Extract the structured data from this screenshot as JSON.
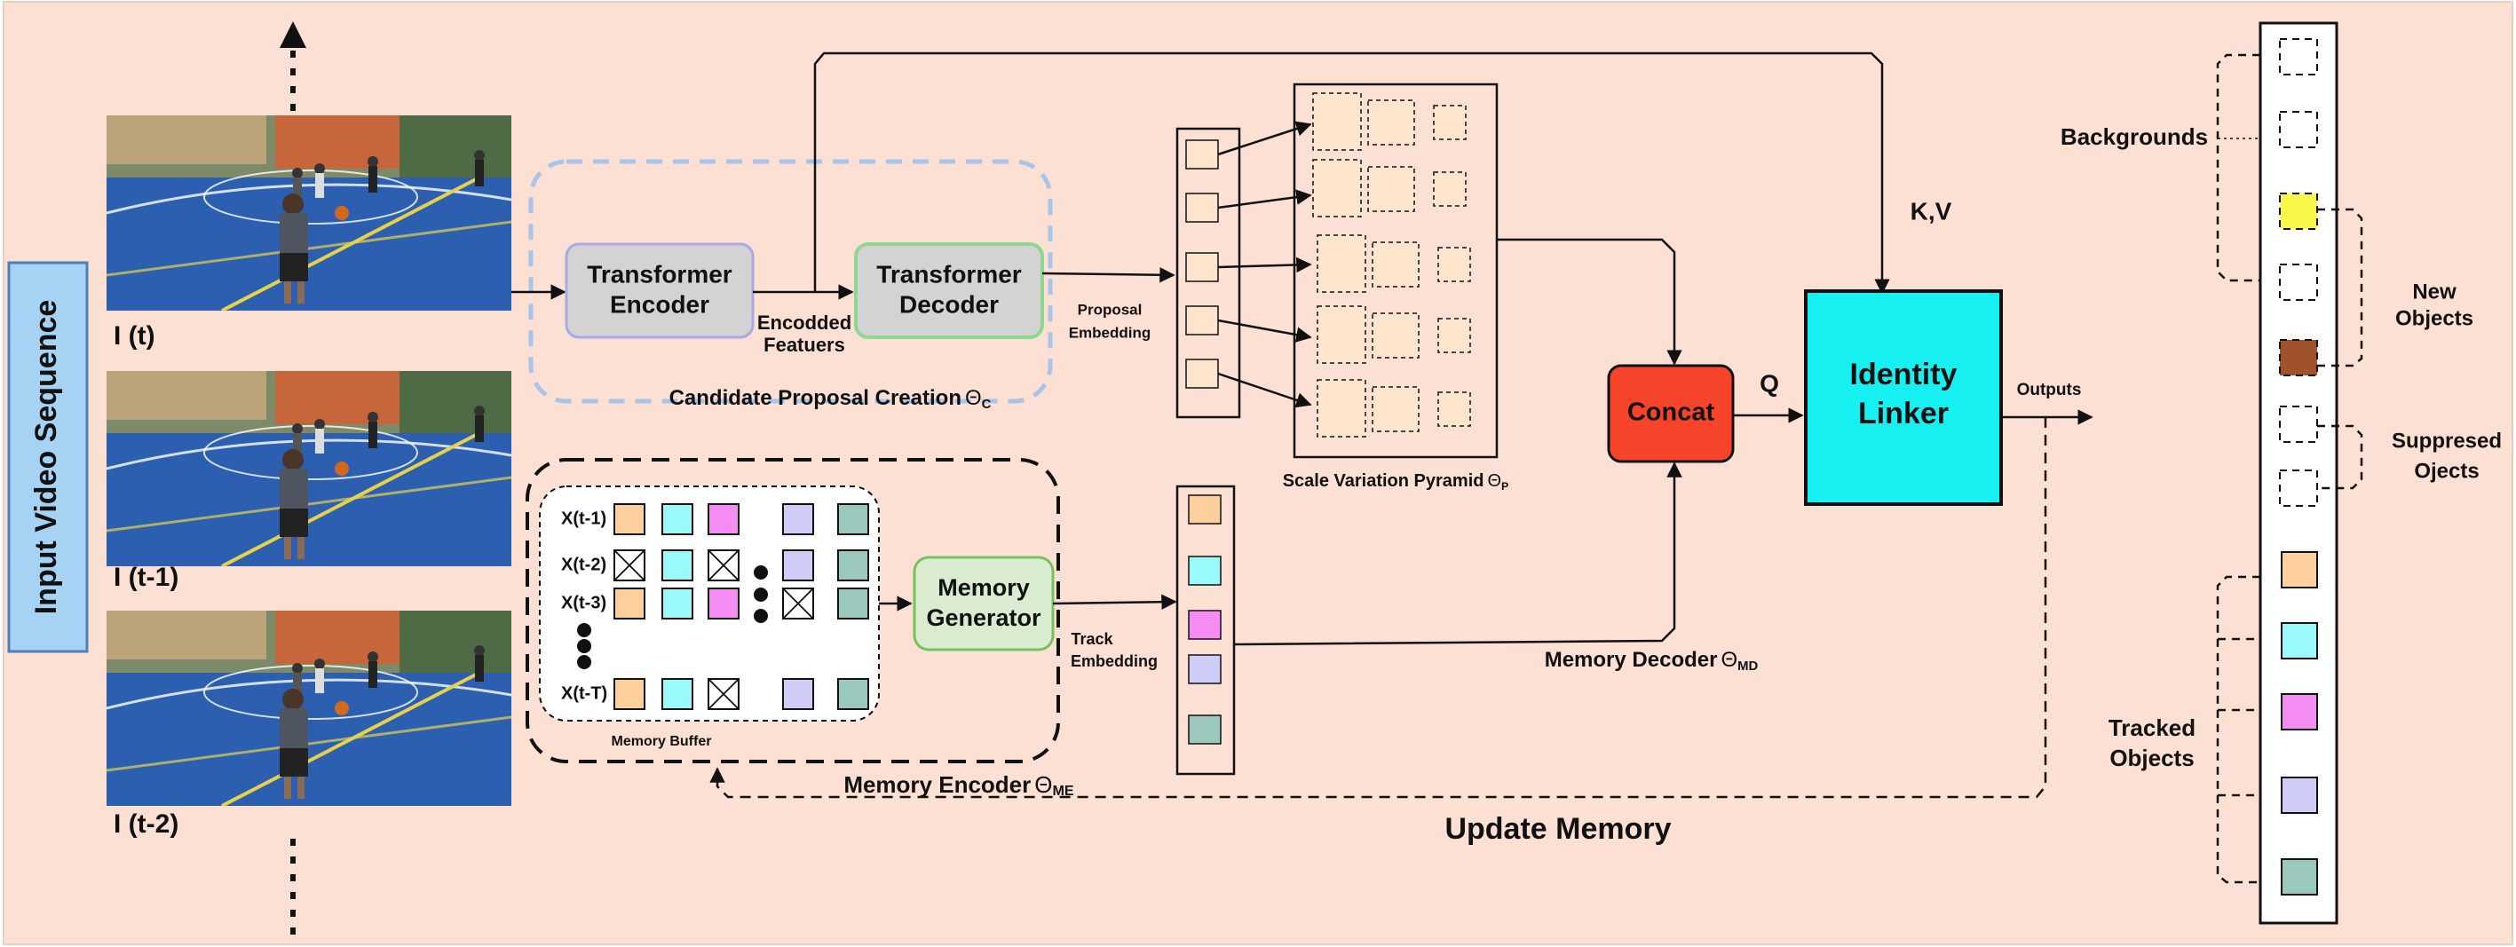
{
  "title": "",
  "colors": {
    "canvas": "#fde0d4",
    "input_box": "#a6d2f3",
    "transformer": "#d3d3d3",
    "transformer_encoder_border": "#a9a9e8",
    "transformer_decoder_border": "#8ed88e",
    "candidate_dash": "#a8c4ea",
    "memory_generator": "#d9ecd0",
    "concat": "#f6442a",
    "identity_linker": "#16f0f0",
    "embedding_cell": "#fde4cc",
    "red_label": "#ee1111",
    "blue_label": "#1133dd",
    "tracked_orange": "#fdcf9c",
    "tracked_cyan": "#9af9f9",
    "tracked_magenta": "#f48cf4",
    "tracked_lavender": "#cfccf8",
    "tracked_teal": "#9bc8bd",
    "new_yellow": "#f8f84a",
    "new_brown": "#a0522d"
  },
  "input": {
    "label": "Input Video Sequence",
    "frames": [
      {
        "label": "I (t)",
        "image": "basketball-frame"
      },
      {
        "label": "I (t-1)",
        "image": "basketball-frame"
      },
      {
        "label": "I (t-2)",
        "image": "basketball-frame"
      }
    ]
  },
  "candidate": {
    "encoder_line1": "Transformer",
    "encoder_line2": "Encoder",
    "decoder_line1": "Transformer",
    "decoder_line2": "Decoder",
    "encoded_line1": "Encodded",
    "encoded_line2": "Featuers",
    "proposal_line1": "Proposal",
    "proposal_line2": "Embedding",
    "title": "Candidate Proposal Creation",
    "symbol": "Θ",
    "subscript": "C"
  },
  "pyramid": {
    "title": "Scale Variation Pyramid",
    "symbol": "Θ",
    "subscript": "P"
  },
  "memory": {
    "rows": [
      "X(t-1)",
      "X(t-2)",
      "X(t-3)",
      "X(t-T)"
    ],
    "buffer_label": "Memory Buffer",
    "generator_line1": "Memory",
    "generator_line2": "Generator",
    "track_line1": "Track",
    "track_line2": "Embedding",
    "encoder_title": "Memory Encoder",
    "encoder_symbol": "Θ",
    "encoder_subscript": "ME",
    "decoder_title": "Memory Decoder",
    "decoder_symbol": "Θ",
    "decoder_subscript": "MD"
  },
  "fusion": {
    "concat": "Concat",
    "q": "Q",
    "kv": "K,V",
    "linker_line1": "Identity",
    "linker_line2": "Linker",
    "outputs": "Outputs",
    "update_memory": "Update Memory"
  },
  "output_column": {
    "backgrounds": "Backgrounds",
    "new_line1": "New",
    "new_line2": "Objects",
    "suppressed_line1": "Suppresed",
    "suppressed_line2": "Ojects",
    "tracked_line1": "Tracked",
    "tracked_line2": "Objects"
  }
}
